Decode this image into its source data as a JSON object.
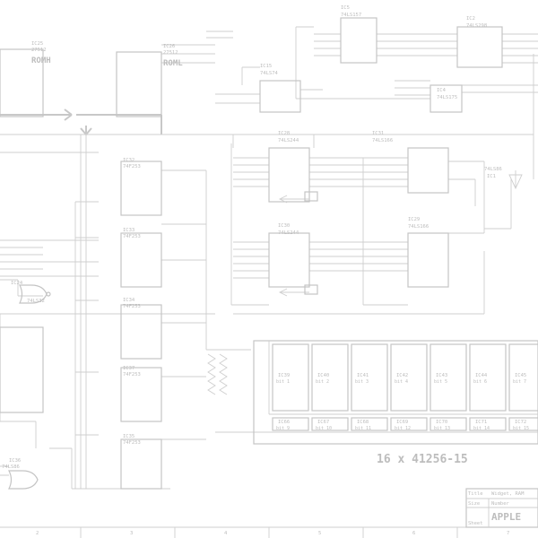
{
  "chips": {
    "ic25": {
      "ref": "IC25",
      "type": "27512",
      "name": "ROMH"
    },
    "ic26": {
      "ref": "IC26",
      "type": "27512",
      "name": "ROML"
    },
    "ic15": {
      "ref": "IC15",
      "type": "74LS74"
    },
    "ic5": {
      "ref": "IC5",
      "type": "74LS157"
    },
    "ic2": {
      "ref": "IC2",
      "type": "74LS298"
    },
    "ic4": {
      "ref": "IC4",
      "type": "74LS175"
    },
    "ic32": {
      "ref": "IC32",
      "type": "74F253"
    },
    "ic33": {
      "ref": "IC33",
      "type": "74F253"
    },
    "ic34": {
      "ref": "IC34",
      "type": "74F253"
    },
    "ic37": {
      "ref": "IC37",
      "type": "74F253"
    },
    "ic35": {
      "ref": "IC35",
      "type": "74F253"
    },
    "ic28": {
      "ref": "IC28",
      "type": "74LS244"
    },
    "ic30": {
      "ref": "IC30",
      "type": "74LS244"
    },
    "ic31": {
      "ref": "IC31",
      "type": "74LS166"
    },
    "ic29": {
      "ref": "IC29",
      "type": "74LS166"
    },
    "ic1": {
      "ref": "IC1",
      "type": "74LS86"
    },
    "ic24": {
      "ref": "IC24",
      "type": "74LS32"
    },
    "ic36": {
      "ref": "IC36",
      "type": "74LS86"
    }
  },
  "memory": {
    "row1": [
      {
        "ref": "IC39",
        "bit": "bit 1"
      },
      {
        "ref": "IC40",
        "bit": "bit 2"
      },
      {
        "ref": "IC41",
        "bit": "bit 3"
      },
      {
        "ref": "IC42",
        "bit": "bit 4"
      },
      {
        "ref": "IC43",
        "bit": "bit 5"
      },
      {
        "ref": "IC44",
        "bit": "bit 6"
      },
      {
        "ref": "IC45",
        "bit": "bit 7"
      }
    ],
    "row2": [
      {
        "ref": "IC66",
        "bit": "bit 9"
      },
      {
        "ref": "IC67",
        "bit": "bit 10"
      },
      {
        "ref": "IC68",
        "bit": "bit 11"
      },
      {
        "ref": "IC69",
        "bit": "bit 12"
      },
      {
        "ref": "IC70",
        "bit": "bit 13"
      },
      {
        "ref": "IC71",
        "bit": "bit 14"
      },
      {
        "ref": "IC72",
        "bit": "bit 15"
      }
    ],
    "caption": "16 x 41256-15"
  },
  "title_block": {
    "title_label": "Title",
    "title_value": "Widget, RAM",
    "size_label": "Size",
    "number_label": "Number",
    "company": "APPLE",
    "sheet_label": "Sheet"
  },
  "zones": [
    "2",
    "3",
    "4",
    "5",
    "6",
    "7"
  ]
}
